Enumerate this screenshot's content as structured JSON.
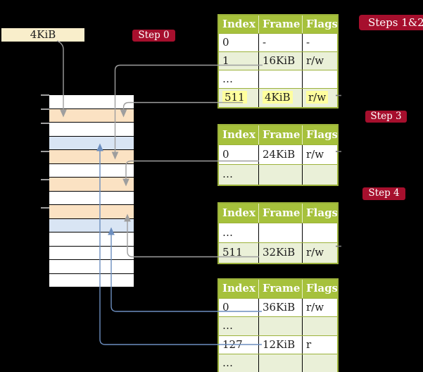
{
  "colors": {
    "background": "#000000",
    "badge_red": "#a60f2d",
    "badge_text": "#ffffff",
    "table_header_green": "#a6c13c",
    "table_row_green": "#eaf0d8",
    "table_row_white": "#ffffff",
    "table_border_green": "#9cb23b",
    "highlight_yellow": "#ffff9e",
    "frame_label_cream": "#f9eecb",
    "mem_free_white": "#ffffff",
    "mem_table_peach": "#fbe2c3",
    "mem_mapped_blue": "#d9e5f4",
    "arrow_gray": "#9e9e9e",
    "arrow_blue": "#6c8ebf",
    "text_dark": "#1c1c1c"
  },
  "frame_box": {
    "label": "4KiB"
  },
  "badges": {
    "step0": {
      "label": "Step 0"
    },
    "steps12": {
      "label": "Steps 1&2"
    },
    "step3": {
      "label": "Step 3"
    },
    "step4": {
      "label": "Step 4"
    }
  },
  "memory_column": {
    "rows": [
      {
        "kind": "free"
      },
      {
        "kind": "table"
      },
      {
        "kind": "free"
      },
      {
        "kind": "mapped"
      },
      {
        "kind": "table"
      },
      {
        "kind": "free"
      },
      {
        "kind": "table"
      },
      {
        "kind": "free"
      },
      {
        "kind": "table"
      },
      {
        "kind": "mapped"
      },
      {
        "kind": "free"
      },
      {
        "kind": "free"
      },
      {
        "kind": "free"
      },
      {
        "kind": "free"
      }
    ]
  },
  "tables": [
    {
      "id": "table-steps-1-2",
      "headers": [
        "Index",
        "Frame",
        "Flags"
      ],
      "rows": [
        {
          "cells": [
            "0",
            "-",
            "-"
          ],
          "shaded": false,
          "highlighted": false
        },
        {
          "cells": [
            "1",
            "16KiB",
            "r/w"
          ],
          "shaded": true,
          "highlighted": false
        },
        {
          "cells": [
            "…",
            "",
            ""
          ],
          "shaded": false,
          "highlighted": false
        },
        {
          "cells": [
            "511",
            "4KiB",
            "r/w"
          ],
          "shaded": true,
          "highlighted": true
        }
      ]
    },
    {
      "id": "table-step-3",
      "headers": [
        "Index",
        "Frame",
        "Flags"
      ],
      "rows": [
        {
          "cells": [
            "0",
            "24KiB",
            "r/w"
          ],
          "shaded": false,
          "highlighted": false
        },
        {
          "cells": [
            "…",
            "",
            ""
          ],
          "shaded": true,
          "highlighted": false
        }
      ]
    },
    {
      "id": "table-step-4",
      "headers": [
        "Index",
        "Frame",
        "Flags"
      ],
      "rows": [
        {
          "cells": [
            "…",
            "",
            ""
          ],
          "shaded": false,
          "highlighted": false
        },
        {
          "cells": [
            "511",
            "32KiB",
            "r/w"
          ],
          "shaded": true,
          "highlighted": false
        }
      ]
    },
    {
      "id": "table-final",
      "headers": [
        "Index",
        "Frame",
        "Flags"
      ],
      "rows": [
        {
          "cells": [
            "0",
            "36KiB",
            "r/w"
          ],
          "shaded": false,
          "highlighted": false
        },
        {
          "cells": [
            "…",
            "",
            ""
          ],
          "shaded": true,
          "highlighted": false
        },
        {
          "cells": [
            "127",
            "12KiB",
            "r"
          ],
          "shaded": false,
          "highlighted": false
        },
        {
          "cells": [
            "…",
            "",
            ""
          ],
          "shaded": true,
          "highlighted": false
        }
      ]
    }
  ]
}
